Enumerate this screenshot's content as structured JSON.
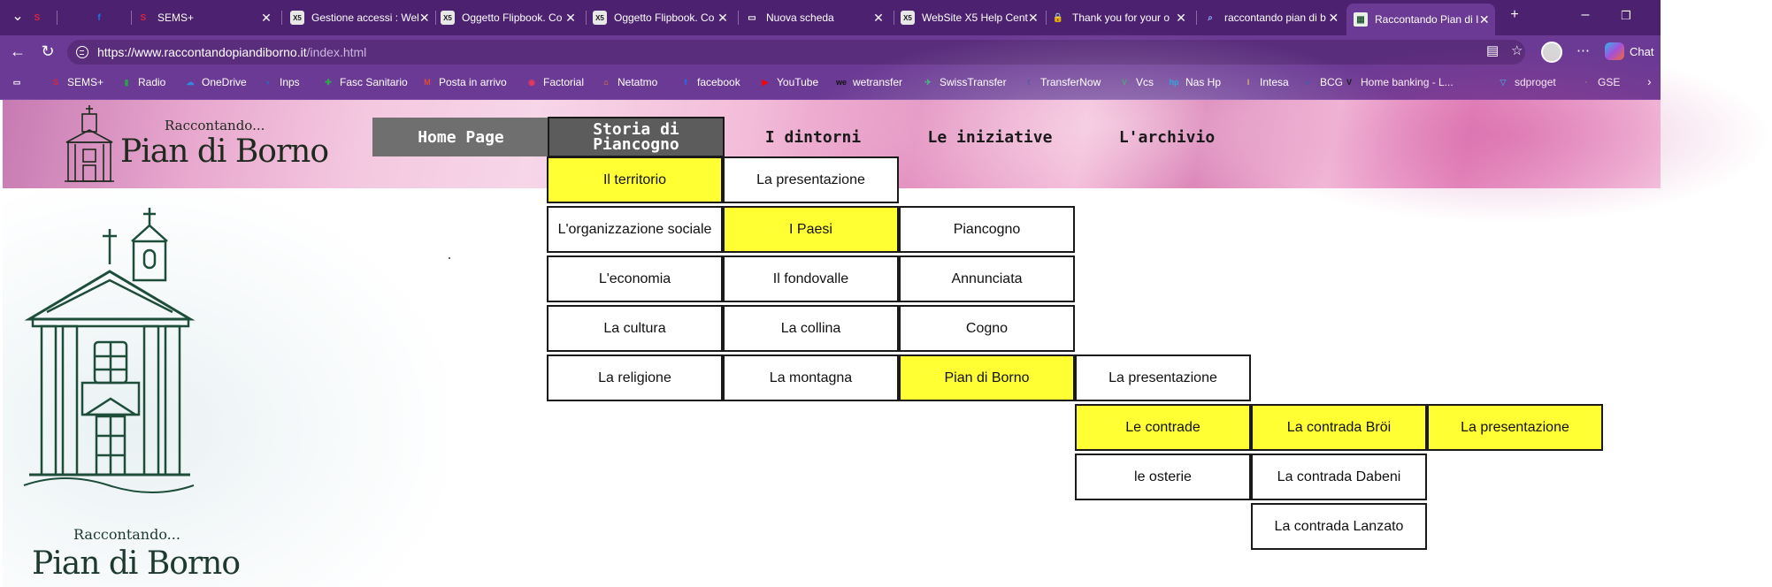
{
  "browser": {
    "tabs": [
      {
        "title": "",
        "icon": "sems-icon",
        "pinned": true
      },
      {
        "title": "",
        "icon": "facebook-icon",
        "pinned": true
      },
      {
        "title": "SEMS+",
        "icon": "sems-icon"
      },
      {
        "title": "Gestione accessi : Wel",
        "icon": "websitex5-icon"
      },
      {
        "title": "Oggetto Flipbook. Co",
        "icon": "websitex5-icon"
      },
      {
        "title": "Oggetto Flipbook. Co",
        "icon": "websitex5-icon"
      },
      {
        "title": "Nuova scheda",
        "icon": "newtab-icon"
      },
      {
        "title": "WebSite X5 Help Cent",
        "icon": "websitex5-icon"
      },
      {
        "title": "Thank you for your o",
        "icon": "lock-icon"
      },
      {
        "title": "raccontando pian di b",
        "icon": "search-icon"
      },
      {
        "title": "Raccontando Pian di I",
        "icon": "site-icon",
        "active": true
      }
    ],
    "close_glyph": "✕",
    "new_tab_glyph": "+",
    "url_host": "https://www.raccontandopiandiborno.it",
    "url_path": "/index.html",
    "chat_label": "Chat",
    "favorites": [
      {
        "label": "",
        "icon": "favorites-bar-icon"
      },
      {
        "label": "SEMS+",
        "icon": "sems-icon",
        "color": "#d9263a"
      },
      {
        "label": "Radio",
        "icon": "radio-icon",
        "color": "#2e9e48"
      },
      {
        "label": "OneDrive",
        "icon": "onedrive-icon",
        "color": "#2f8be0"
      },
      {
        "label": "Inps",
        "icon": "inps-icon",
        "color": "#1f6fc4"
      },
      {
        "label": "Fasc Sanitario",
        "icon": "health-icon",
        "color": "#2fa84f"
      },
      {
        "label": "Posta in arrivo",
        "icon": "gmail-icon",
        "color": "#e04a3a"
      },
      {
        "label": "Factorial",
        "icon": "factorial-icon",
        "color": "#e8385e"
      },
      {
        "label": "Netatmo",
        "icon": "netatmo-icon",
        "color": "#f08a1a"
      },
      {
        "label": "facebook",
        "icon": "facebook-icon",
        "color": "#1877f2"
      },
      {
        "label": "YouTube",
        "icon": "youtube-icon",
        "color": "#ff0000"
      },
      {
        "label": "wetransfer",
        "icon": "wetransfer-icon",
        "color": "#111111"
      },
      {
        "label": "SwissTransfer",
        "icon": "swisstransfer-icon",
        "color": "#3bb273"
      },
      {
        "label": "TransferNow",
        "icon": "transfernow-icon",
        "color": "#3a3a8a"
      },
      {
        "label": "Vcs",
        "icon": "vcs-icon",
        "color": "#2e8b57"
      },
      {
        "label": "Nas Hp",
        "icon": "hp-icon",
        "color": "#0096d6"
      },
      {
        "label": "Intesa",
        "icon": "intesa-icon",
        "color": "#d8a35a"
      },
      {
        "label": "BCG",
        "icon": "bcg-icon",
        "color": "#1a5bb8"
      },
      {
        "label": "Home banking - L...",
        "icon": "banking-icon",
        "color": "#111111"
      },
      {
        "label": "sdproget",
        "icon": "sdproget-icon",
        "color": "#3a9ad9"
      },
      {
        "label": "GSE",
        "icon": "gse-icon",
        "color": "#888888"
      }
    ]
  },
  "site": {
    "logo_top": "Raccontando...",
    "logo_bottom": "Pian di Borno",
    "side_logo_top": "Raccontando...",
    "side_logo_bottom": "Pian di Borno",
    "menu": [
      {
        "label": "Home Page",
        "style": "dark"
      },
      {
        "label": "Storia di\nPiancogno",
        "style": "sel"
      },
      {
        "label": "I dintorni",
        "style": "plain"
      },
      {
        "label": "Le iniziative",
        "style": "plain"
      },
      {
        "label": "L'archivio",
        "style": "plain"
      }
    ],
    "submenu": {
      "col1": [
        "Il territorio",
        "L'organizzazione sociale",
        "L'economia",
        "La cultura",
        "La religione"
      ],
      "col2": [
        "La presentazione",
        "I Paesi",
        "Il fondovalle",
        "La collina",
        "La montagna"
      ],
      "col3": [
        "Piancogno",
        "Annunciata",
        "Cogno",
        "Pian di Borno"
      ],
      "col4": [
        "La presentazione",
        "Le contrade",
        "le osterie"
      ],
      "col5": [
        "La contrada Bröi",
        "La contrada Dabeni",
        "La contrada Lanzato"
      ],
      "col6": [
        "La presentazione"
      ]
    },
    "colors": {
      "highlight": "#ffff33",
      "menu_dark": "#6f6f6f",
      "border": "#1a1a1a"
    }
  }
}
